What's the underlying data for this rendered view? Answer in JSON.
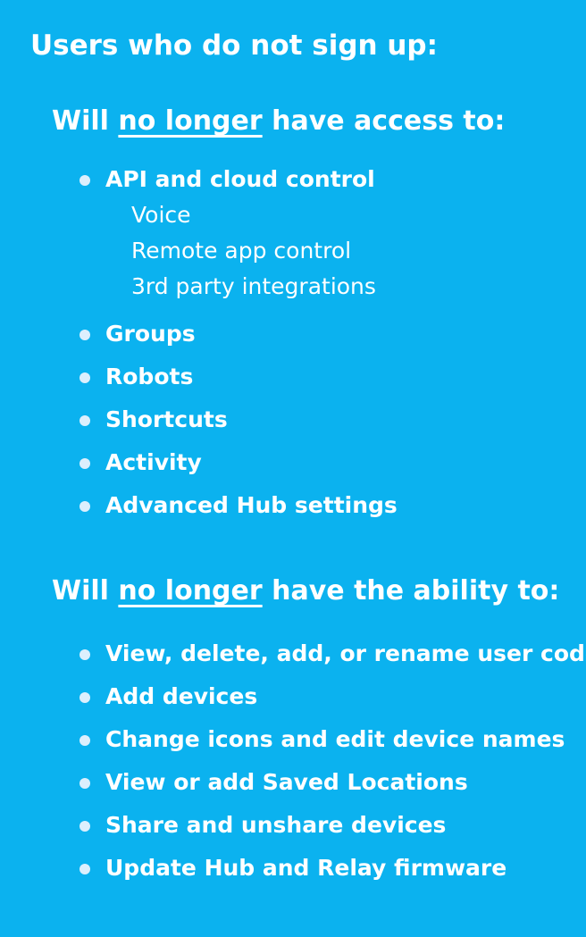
{
  "title": "Users who do not sign up:",
  "sections": [
    {
      "prefix": "Will ",
      "emphasis": "no longer",
      "suffix": " have access to:",
      "items": [
        "API and cloud control",
        "Groups",
        "Robots",
        "Shortcuts",
        "Activity",
        "Advanced Hub settings"
      ],
      "subitems": [
        "Voice",
        "Remote app control",
        "3rd party integrations"
      ]
    },
    {
      "prefix": "Will ",
      "emphasis": "no longer",
      "suffix": " have the ability to:",
      "items": [
        "View, delete, add, or rename user codes",
        "Add devices",
        "Change icons and edit device names",
        "View or add Saved Locations",
        "Share and unshare devices",
        "Update Hub and Relay firmware"
      ]
    }
  ],
  "colors": {
    "background": "#0bb2ef",
    "text": "#ffffff",
    "bullet": "#dceffd"
  }
}
